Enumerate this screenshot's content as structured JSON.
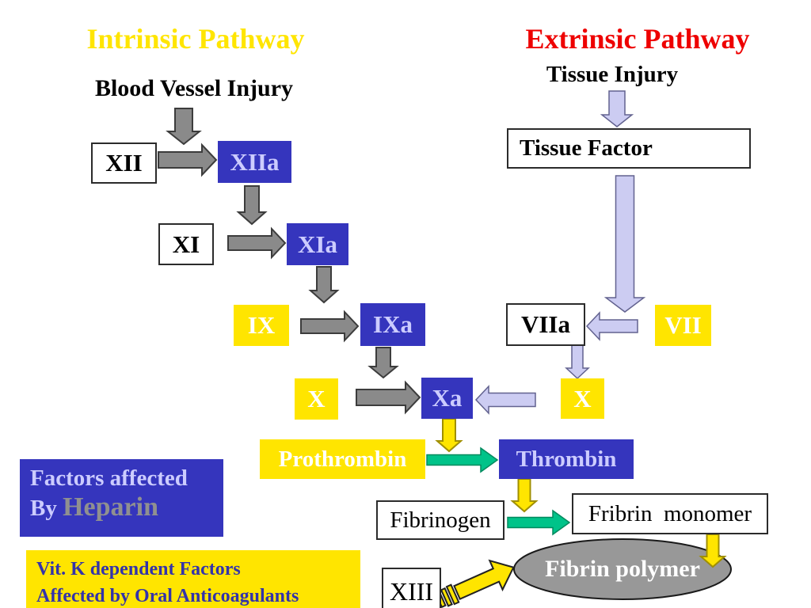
{
  "palette": {
    "slide_background": "#ffffff",
    "intrinsic_title_yellow": "#ffe500",
    "extrinsic_title_red": "#ee0000",
    "activated_box_blue": "#3535bd",
    "factor_box_yellow": "#ffe500",
    "activated_text_lavender": "#ccccff",
    "gray_arrow": "#8a8a8a",
    "lavender_arrow": "#ccccf2",
    "yellow_arrow": "#ffe500",
    "green_arrow": "#00c389",
    "polymer_ellipse_gray": "#989898",
    "heparin_text_gray": "#909090",
    "vitk_text_blue": "#3333aa"
  },
  "titles": {
    "intrinsic": "Intrinsic Pathway",
    "extrinsic": "Extrinsic Pathway"
  },
  "headings": {
    "blood_vessel_injury": "Blood Vessel Injury",
    "tissue_injury": "Tissue Injury"
  },
  "nodes": {
    "xii": "XII",
    "xiia": "XIIa",
    "xi": "XI",
    "xia": "XIa",
    "ix": "IX",
    "ixa": "IXa",
    "x_left": "X",
    "xa": "Xa",
    "x_right": "X",
    "viia": "VIIa",
    "vii": "VII",
    "tissue_factor": "Tissue Factor",
    "prothrombin": "Prothrombin",
    "thrombin": "Thrombin",
    "fibrinogen": "Fibrinogen",
    "fibrin_monomer": "Fribrin  monomer",
    "xiii": "XIII",
    "fibrin_polymer": "Fibrin polymer"
  },
  "annotations": {
    "heparin_line1": "Factors affected",
    "heparin_line2_prefix": "By ",
    "heparin_line2_drug": "Heparin",
    "vitk_line1": "Vit. K dependent Factors",
    "vitk_line2": "Affected by Oral Anticoagulants"
  }
}
